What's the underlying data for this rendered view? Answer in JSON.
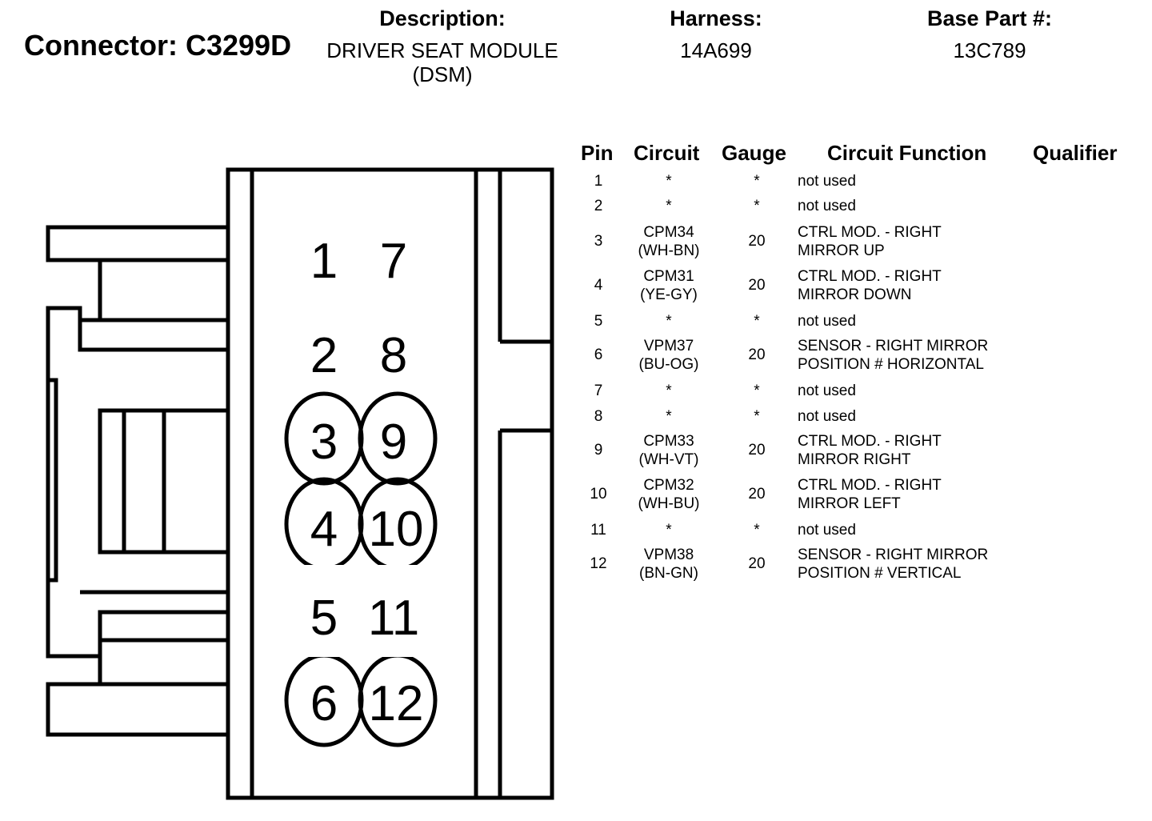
{
  "header": {
    "connector_label": "Connector: C3299D",
    "description_label": "Description:",
    "description_lines": [
      "DRIVER SEAT MODULE",
      "(DSM)"
    ],
    "harness_label": "Harness:",
    "harness_value": "14A699",
    "base_part_label": "Base Part #:",
    "base_part_value": "13C789"
  },
  "connector_face": {
    "pins": [
      {
        "number": "1",
        "circled": false
      },
      {
        "number": "7",
        "circled": false
      },
      {
        "number": "2",
        "circled": false
      },
      {
        "number": "8",
        "circled": false
      },
      {
        "number": "3",
        "circled": true
      },
      {
        "number": "9",
        "circled": true
      },
      {
        "number": "4",
        "circled": true
      },
      {
        "number": "10",
        "circled": true
      },
      {
        "number": "5",
        "circled": false
      },
      {
        "number": "11",
        "circled": false
      },
      {
        "number": "6",
        "circled": true
      },
      {
        "number": "12",
        "circled": true
      }
    ]
  },
  "table": {
    "headers": {
      "pin": "Pin",
      "circuit": "Circuit",
      "gauge": "Gauge",
      "function": "Circuit Function",
      "qualifier": "Qualifier"
    },
    "rows": [
      {
        "pin": "1",
        "circuit": [
          "*"
        ],
        "gauge": "*",
        "function": [
          "not used"
        ],
        "qualifier": ""
      },
      {
        "pin": "2",
        "circuit": [
          "*"
        ],
        "gauge": "*",
        "function": [
          "not used"
        ],
        "qualifier": ""
      },
      {
        "pin": "3",
        "circuit": [
          "CPM34",
          "(WH-BN)"
        ],
        "gauge": "20",
        "function": [
          "CTRL MOD. - RIGHT",
          "MIRROR UP"
        ],
        "qualifier": ""
      },
      {
        "pin": "4",
        "circuit": [
          "CPM31",
          "(YE-GY)"
        ],
        "gauge": "20",
        "function": [
          "CTRL MOD. - RIGHT",
          "MIRROR DOWN"
        ],
        "qualifier": ""
      },
      {
        "pin": "5",
        "circuit": [
          "*"
        ],
        "gauge": "*",
        "function": [
          "not used"
        ],
        "qualifier": ""
      },
      {
        "pin": "6",
        "circuit": [
          "VPM37",
          "(BU-OG)"
        ],
        "gauge": "20",
        "function": [
          "SENSOR - RIGHT MIRROR",
          "POSITION # HORIZONTAL"
        ],
        "qualifier": ""
      },
      {
        "pin": "7",
        "circuit": [
          "*"
        ],
        "gauge": "*",
        "function": [
          "not used"
        ],
        "qualifier": ""
      },
      {
        "pin": "8",
        "circuit": [
          "*"
        ],
        "gauge": "*",
        "function": [
          "not used"
        ],
        "qualifier": ""
      },
      {
        "pin": "9",
        "circuit": [
          "CPM33",
          "(WH-VT)"
        ],
        "gauge": "20",
        "function": [
          "CTRL MOD. - RIGHT",
          "MIRROR RIGHT"
        ],
        "qualifier": ""
      },
      {
        "pin": "10",
        "circuit": [
          "CPM32",
          "(WH-BU)"
        ],
        "gauge": "20",
        "function": [
          "CTRL MOD. - RIGHT",
          "MIRROR LEFT"
        ],
        "qualifier": ""
      },
      {
        "pin": "11",
        "circuit": [
          "*"
        ],
        "gauge": "*",
        "function": [
          "not used"
        ],
        "qualifier": ""
      },
      {
        "pin": "12",
        "circuit": [
          "VPM38",
          "(BN-GN)"
        ],
        "gauge": "20",
        "function": [
          "SENSOR - RIGHT MIRROR",
          "POSITION # VERTICAL"
        ],
        "qualifier": ""
      }
    ]
  }
}
